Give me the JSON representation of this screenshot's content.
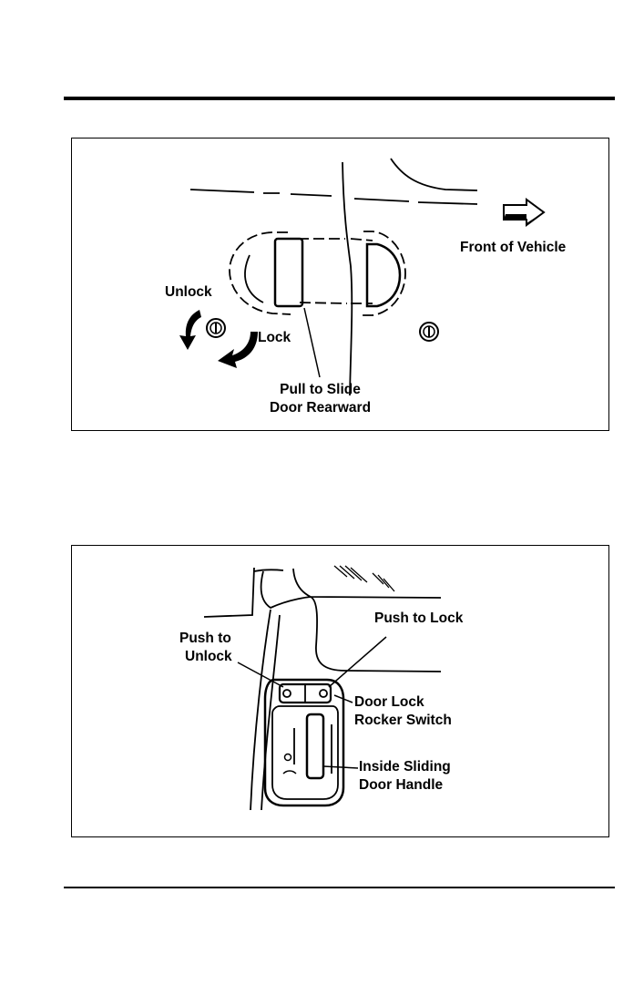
{
  "figure_exterior": {
    "unlock": "Unlock",
    "lock": "Lock",
    "front_of_vehicle": "Front of Vehicle",
    "pull_line1": "Pull to Slide",
    "pull_line2": "Door Rearward"
  },
  "figure_interior": {
    "push_to_lock": "Push to Lock",
    "push_to_unlock_line1": "Push to",
    "push_to_unlock_line2": "Unlock",
    "rocker_line1": "Door Lock",
    "rocker_line2": "Rocker Switch",
    "handle_line1": "Inside Sliding",
    "handle_line2": "Door Handle"
  }
}
